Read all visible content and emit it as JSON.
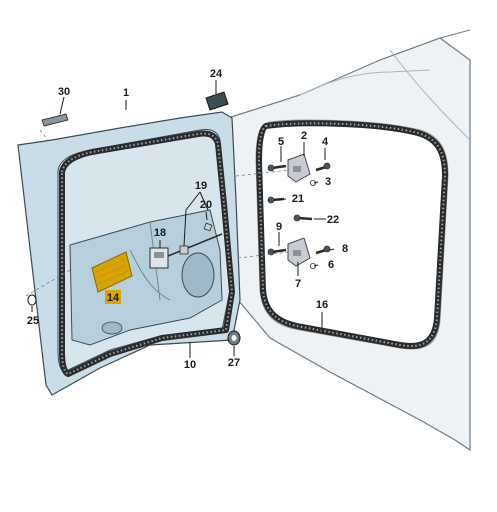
{
  "diagram": {
    "parts": [
      {
        "id": "p1",
        "label": "1"
      },
      {
        "id": "p2",
        "label": "2"
      },
      {
        "id": "p3",
        "label": "3"
      },
      {
        "id": "p4",
        "label": "4"
      },
      {
        "id": "p5",
        "label": "5"
      },
      {
        "id": "p6",
        "label": "6"
      },
      {
        "id": "p7",
        "label": "7"
      },
      {
        "id": "p8",
        "label": "8"
      },
      {
        "id": "p9",
        "label": "9"
      },
      {
        "id": "p10",
        "label": "10"
      },
      {
        "id": "p14",
        "label": "14",
        "highlighted": true
      },
      {
        "id": "p16",
        "label": "16"
      },
      {
        "id": "p18",
        "label": "18"
      },
      {
        "id": "p19",
        "label": "19"
      },
      {
        "id": "p20",
        "label": "20"
      },
      {
        "id": "p21",
        "label": "21"
      },
      {
        "id": "p22",
        "label": "22"
      },
      {
        "id": "p24",
        "label": "24"
      },
      {
        "id": "p25",
        "label": "25"
      },
      {
        "id": "p27",
        "label": "27"
      },
      {
        "id": "p30",
        "label": "30"
      }
    ],
    "colors": {
      "door_fill": "#c8dde8",
      "door_stroke": "#3d4b55",
      "body_fill": "#edf1f4",
      "highlight": "#d9a400"
    }
  }
}
